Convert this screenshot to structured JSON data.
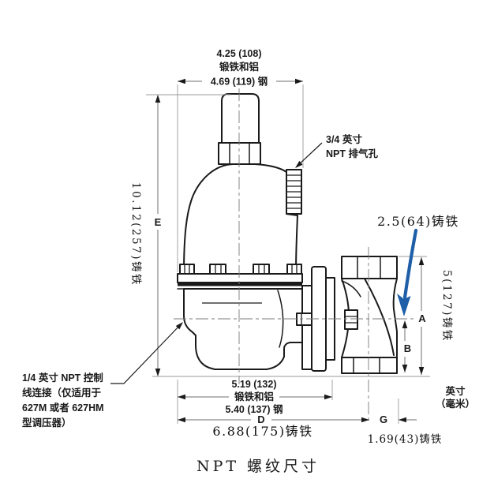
{
  "title": "NPT 螺纹尺寸",
  "colors": {
    "background": "#ffffff",
    "line": "#1a1a1a",
    "dim_line": "#6f6f6f",
    "arrow_blue": "#1e5fa8"
  },
  "labels": {
    "dim_top": {
      "l1": "4.25 (108)",
      "l2": "锻铁和铝",
      "l3": "4.69 (119) 钢"
    },
    "dim_height": {
      "label": "E",
      "text": "10.12(257)铸铁"
    },
    "vent": {
      "l1": "3/4 英寸",
      "l2": "NPT 排气孔"
    },
    "control": {
      "l1": "1/4 英寸 NPT 控制",
      "l2": "线连接（仅适用于",
      "l3": "627M 或者 627HM",
      "l4": "型调压器）"
    },
    "dim_width": {
      "l1": "5.19 (132)",
      "l2": "锻铁和铝",
      "l3": "5.40 (137) 钢",
      "label": "D",
      "cast": "6.88(175)铸铁"
    },
    "dim_offset": {
      "label": "G",
      "cast": "1.69(43)铸铁"
    },
    "dim_outlet_height": {
      "label": "A",
      "text": "5(127)铸铁"
    },
    "dim_outlet_bottom": {
      "label": "B",
      "callout": "2.5(64)铸铁"
    },
    "units_note": {
      "l1": "英寸",
      "l2": "（毫米）"
    }
  }
}
